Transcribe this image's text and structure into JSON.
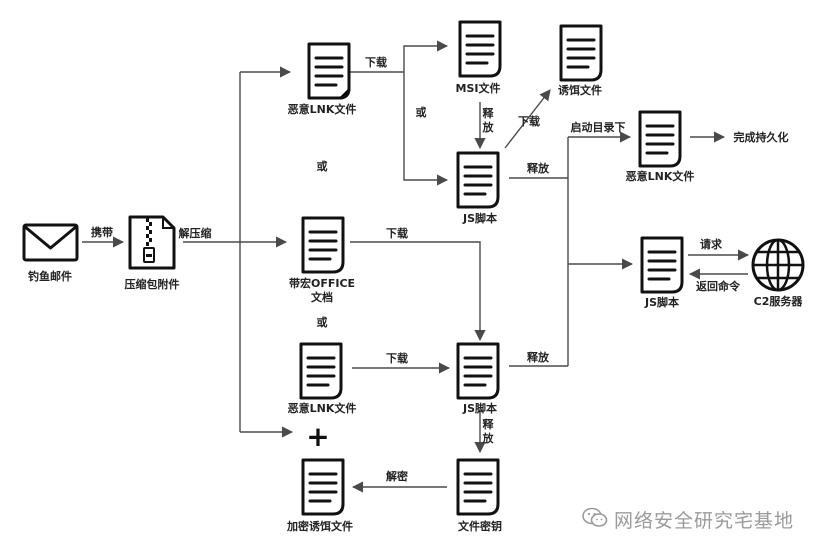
{
  "nodes": {
    "phishing_mail": "钓鱼邮件",
    "archive_attachment": "压缩包附件",
    "lnk_file_top": "恶意LNK文件",
    "msi_file": "MSI文件",
    "decoy_file": "诱饵文件",
    "js_script_top": "JS脚本",
    "lnk_file_startup": "恶意LNK文件",
    "persistence": "完成持久化",
    "office_doc_line1": "带宏OFFICE",
    "office_doc_line2": "文档",
    "js_script_mid": "JS脚本",
    "c2_server": "C2服务器",
    "lnk_file_bottom": "恶意LNK文件",
    "js_script_bottom": "JS脚本",
    "encrypted_decoy": "加密诱饵文件",
    "file_key": "文件密钥"
  },
  "edges": {
    "carry": "携带",
    "unzip": "解压缩",
    "download_msi": "下载",
    "or_between_paths": "或",
    "release_js_top_1": "释",
    "release_js_top_2": "放",
    "download_decoy": "下载",
    "release_top": "释放",
    "startup_dir": "启动目录下",
    "download_office": "下载",
    "request": "请求",
    "return_cmd": "返回命令",
    "download_bottom": "下载",
    "release_bottom": "释放",
    "release_key_1": "释",
    "release_key_2": "放",
    "decrypt": "解密"
  },
  "or_labels": {
    "or_top": "或",
    "or_bottom": "或"
  },
  "plus_sign": "+",
  "watermark": "网络安全研究宅基地",
  "colors": {
    "line": "#4a4a4a",
    "icon": "#111111",
    "text": "#222222",
    "watermark": "#9a9a9a"
  },
  "icons": [
    "envelope-icon",
    "zip-archive-icon",
    "document-icon",
    "globe-icon",
    "wechat-icon"
  ]
}
